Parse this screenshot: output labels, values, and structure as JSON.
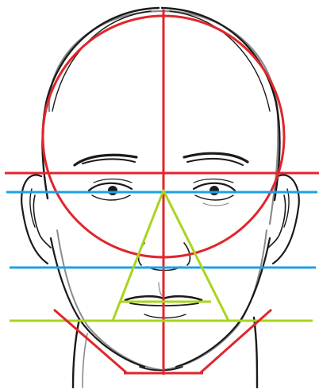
{
  "colors": {
    "background": "#ffffff",
    "sketch": "#1a1a1a",
    "sketch_shadow": "#8a8a8a",
    "construction_red": "#e0262b",
    "guide_blue": "#1fa0e4",
    "guide_green": "#a8d51f"
  },
  "guides": {
    "cranium_circle": {
      "color_key": "construction_red",
      "label": ""
    },
    "center_line": {
      "color_key": "construction_red",
      "label": ""
    },
    "brow_line": {
      "color_key": "construction_red",
      "label": ""
    },
    "eye_line": {
      "color_key": "guide_blue",
      "label": ""
    },
    "nose_line": {
      "color_key": "guide_blue",
      "label": ""
    },
    "mouth_line": {
      "color_key": "guide_green",
      "label": ""
    },
    "nose_mouth_triangle": {
      "color_key": "guide_green",
      "label": ""
    },
    "jaw_lines": {
      "color_key": "construction_red",
      "label": ""
    }
  }
}
